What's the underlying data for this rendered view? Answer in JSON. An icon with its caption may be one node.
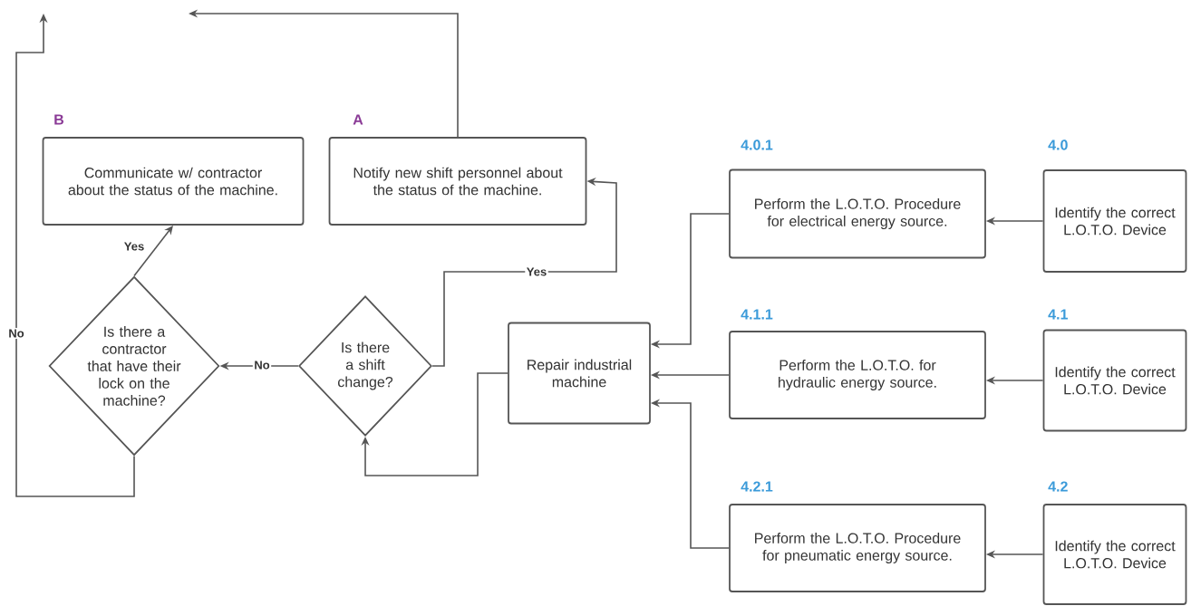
{
  "diagram": {
    "nodes": [
      {
        "text": [
          "Communicate w/ contractor about the status of the machine."
        ],
        "beside": [
          "B"
        ]
      },
      {
        "text": [
          "Notify new shift personnel about the status of the machine."
        ],
        "beside": [
          "A"
        ]
      },
      {
        "text": [
          "Is there a contractor that have their lock on the machine?"
        ]
      },
      {
        "text": [
          "Is there a shift change?"
        ]
      },
      {
        "text": [
          "Repair industrial machine"
        ]
      },
      {
        "text": [
          "Perform the L.O.T.O. Procedure for electrical energy source."
        ],
        "beside": [
          "4.0.1"
        ]
      },
      {
        "text": [
          "Identify the correct L.O.T.O. Device"
        ],
        "beside": [
          "4.0"
        ]
      },
      {
        "text": [
          "Perform the L.O.T.O. for hydraulic energy source."
        ],
        "beside": [
          "4.1.1"
        ]
      },
      {
        "text": [
          "Identify the correct L.O.T.O. Device"
        ],
        "beside": [
          "4.1"
        ]
      },
      {
        "text": [
          "Perform the L.O.T.O. Procedure for pneumatic energy source."
        ],
        "beside": [
          "4.2.1"
        ]
      },
      {
        "text": [
          "Identify the correct L.O.T.O. Device"
        ],
        "beside": [
          "4.2"
        ]
      }
    ],
    "edges": [
      {
        "from": 6,
        "to": 5,
        "arrow": "to"
      },
      {
        "from": 8,
        "to": 7,
        "arrow": "to"
      },
      {
        "from": 10,
        "to": 9,
        "arrow": "to"
      },
      {
        "from": 5,
        "to": 4,
        "arrow": "to"
      },
      {
        "from": 7,
        "to": 4,
        "arrow": "to"
      },
      {
        "from": 9,
        "to": 4,
        "arrow": "to"
      },
      {
        "from": 4,
        "to": 3,
        "arrow": "to"
      },
      {
        "from": 3,
        "to": 1,
        "arrow": "to",
        "label": "Yes"
      },
      {
        "from": 3,
        "to": 2,
        "arrow": "to",
        "label": "No"
      },
      {
        "from": 2,
        "to": 0,
        "arrow": "to",
        "label": "Yes"
      },
      {
        "from": 1,
        "to": null,
        "arrow": "to"
      },
      {
        "from": 2,
        "to": null,
        "arrow": "to",
        "label": "No"
      }
    ]
  }
}
